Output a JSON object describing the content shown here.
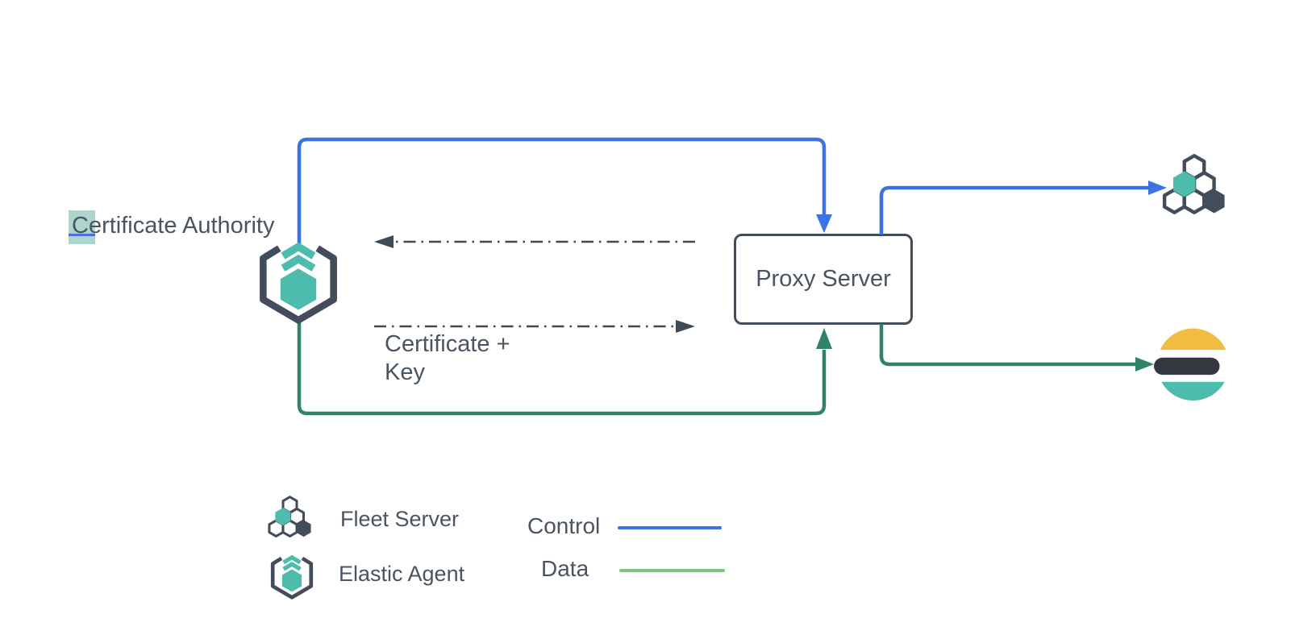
{
  "nodes": {
    "certificate_authority": {
      "label": "Certificate Authority",
      "label_first_char": "C",
      "label_rest": "ertificate Authority",
      "icon": "elastic-agent-hexagon-brackets"
    },
    "proxy_server": {
      "label": "Proxy Server"
    },
    "fleet_server": {
      "icon": "fleet-server-hexagon-cluster"
    },
    "elasticsearch": {
      "icon": "elasticsearch-logo"
    }
  },
  "edge_labels": {
    "certificate_key": {
      "line1": "Certificate +",
      "line2": "Key"
    }
  },
  "legend": {
    "fleet_server": "Fleet Server",
    "elastic_agent": "Elastic Agent",
    "control": "Control",
    "data": "Data"
  },
  "colors": {
    "control_blue": "#3B73E2",
    "data_green": "#31826A",
    "legend_data_green": "#7CC57A",
    "dash_gray": "#3F4A57",
    "teal": "#4DBCAC",
    "slate": "#434C5B",
    "text_slate": "#4A5462",
    "es_yellow": "#F0BD42",
    "es_dark": "#343741",
    "selection_teal": "#ACD6CB",
    "cursor_blue": "#4B6EE0"
  }
}
